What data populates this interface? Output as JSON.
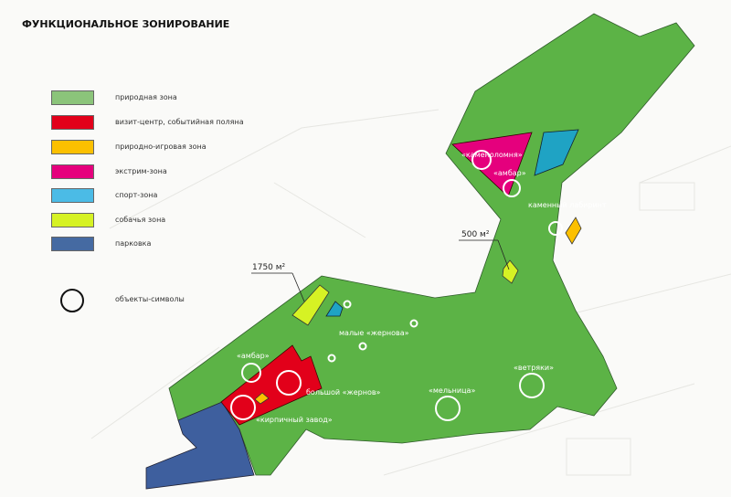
{
  "title": "ФУНКЦИОНАЛЬНОЕ ЗОНИРОВАНИЕ",
  "legend": [
    {
      "label": "природная зона",
      "color": "#8bc47a"
    },
    {
      "label": "визит-центр, событийная поляна",
      "color": "#e2001a"
    },
    {
      "label": "природно-игровая зона",
      "color": "#fcc000"
    },
    {
      "label": "экстрим-зона",
      "color": "#e5007d"
    },
    {
      "label": "спорт-зона",
      "color": "#4bbbe6"
    },
    {
      "label": "собачья зона",
      "color": "#d6f224"
    },
    {
      "label": "парковка",
      "color": "#456aa2"
    }
  ],
  "symbol_legend": "объекты-символы",
  "areas": {
    "dog_big": "1750 м²",
    "dog_small": "500 м²"
  },
  "map_labels": {
    "kamenolomnya": "«каменоломня»",
    "ambar_north": "«амбар»",
    "labyrinth": "каменный лабиринт",
    "malye_zhernova": "малые «жернова»",
    "ambar_west": "«амбар»",
    "bolshoy_zhernov": "большой «жернов»",
    "kirpichny_zavod": "«кирпичный завод»",
    "melnitsa": "«мельница»",
    "vetryaki": "«ветряки»"
  }
}
